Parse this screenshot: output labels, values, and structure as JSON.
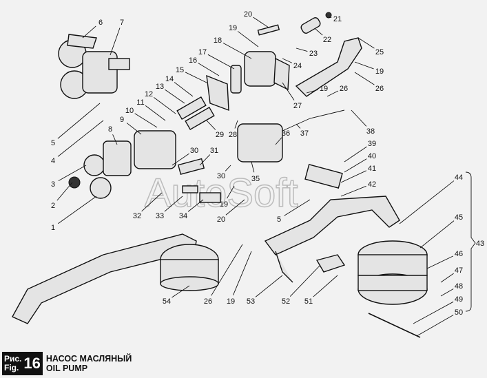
{
  "figure": {
    "prefix_ru": "Рис.",
    "prefix_en": "Fig.",
    "number": "16",
    "title_ru": "НАСОС МАСЛЯНЫЙ",
    "title_en": "OIL PUMP"
  },
  "watermark": "AutoSoft",
  "callouts": [
    "6",
    "7",
    "5",
    "4",
    "3",
    "2",
    "1",
    "8",
    "9",
    "10",
    "11",
    "12",
    "13",
    "14",
    "15",
    "16",
    "17",
    "18",
    "19",
    "20",
    "21",
    "22",
    "23",
    "24",
    "25",
    "19",
    "26",
    "26",
    "19",
    "27",
    "28",
    "29",
    "30",
    "31",
    "36",
    "37",
    "38",
    "39",
    "40",
    "41",
    "42",
    "5",
    "30",
    "35",
    "32",
    "33",
    "34",
    "19",
    "20",
    "44",
    "45",
    "43",
    "46",
    "47",
    "48",
    "49",
    "50",
    "54",
    "26",
    "19",
    "53",
    "52",
    "51"
  ]
}
